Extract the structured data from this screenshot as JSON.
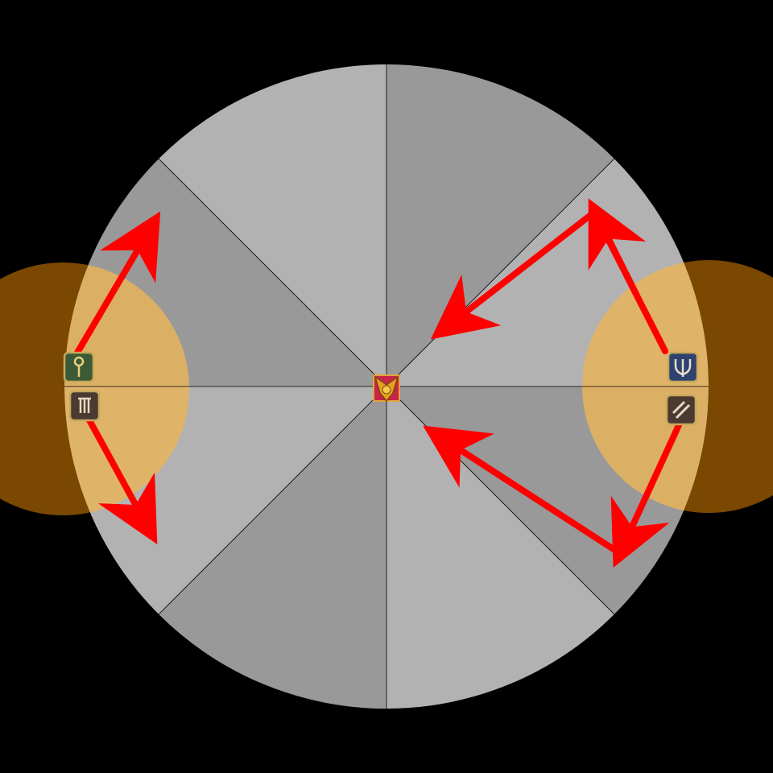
{
  "arena": {
    "slice_colors": [
      "#b2b2b2",
      "#999999"
    ],
    "line_color": "#000000"
  },
  "aoe": {
    "inner_color": "#e8b45a",
    "outer_color": "#7a4800"
  },
  "arrow_color": "#ff0000",
  "markers": [
    {
      "name": "boss-marker",
      "icon": "boss-icon"
    },
    {
      "name": "healer-left-marker",
      "icon": "healer-icon",
      "color": "#3d5a36"
    },
    {
      "name": "dps-left-marker",
      "icon": "dps-icon",
      "color": "#4a3a32"
    },
    {
      "name": "tank-right-marker",
      "icon": "tank-icon",
      "color": "#2f4270"
    },
    {
      "name": "dps-right-marker",
      "icon": "dps-icon",
      "color": "#4a3a32"
    }
  ]
}
